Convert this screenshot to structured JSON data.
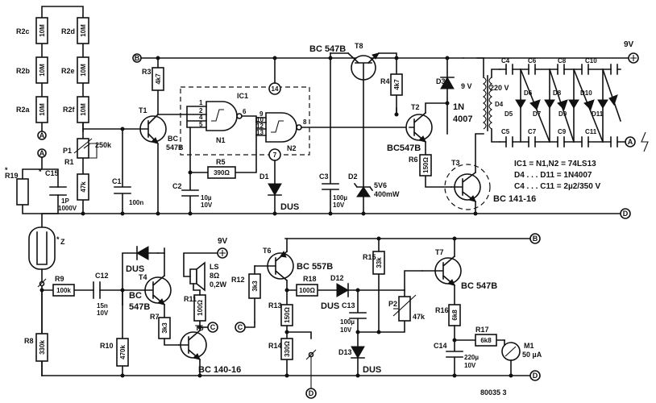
{
  "resistors": {
    "r2c": {
      "ref": "R2c",
      "value": "10M"
    },
    "r2b": {
      "ref": "R2b",
      "value": "10M"
    },
    "r2a": {
      "ref": "R2a",
      "value": "10M"
    },
    "r2d": {
      "ref": "R2d",
      "value": "10M"
    },
    "r2e": {
      "ref": "R2e",
      "value": "10M"
    },
    "r2f": {
      "ref": "R2f",
      "value": "10M"
    },
    "r3": {
      "ref": "R3",
      "value": "4k7"
    },
    "r1": {
      "ref": "R1",
      "value": "47k"
    },
    "r5": {
      "ref": "R5",
      "value": "390Ω"
    },
    "r4": {
      "ref": "R4",
      "value": "4k7"
    },
    "r6": {
      "ref": "R6",
      "value": "150Ω"
    },
    "r19": {
      "ref": "R19",
      "value": ""
    },
    "r9": {
      "ref": "R9",
      "value": "100k"
    },
    "r8": {
      "ref": "R8",
      "value": "330k"
    },
    "r10": {
      "ref": "R10",
      "value": "470k"
    },
    "r7": {
      "ref": "R7",
      "value": "3k3"
    },
    "r11": {
      "ref": "R11",
      "value": "100Ω"
    },
    "r12": {
      "ref": "R12",
      "value": "3k3"
    },
    "r13": {
      "ref": "R13",
      "value": "150Ω"
    },
    "r14": {
      "ref": "R14",
      "value": "330Ω"
    },
    "r18": {
      "ref": "R18",
      "value": "100Ω"
    },
    "r15": {
      "ref": "R15",
      "value": "33k"
    },
    "r16": {
      "ref": "R16",
      "value": "6k8"
    },
    "r17": {
      "ref": "R17",
      "value": "6k8"
    }
  },
  "pots": {
    "p1": {
      "ref": "P1",
      "value": "250k"
    },
    "p2": {
      "ref": "P2",
      "value": "47k"
    }
  },
  "capacitors": {
    "c1": {
      "ref": "C1",
      "value": "100n"
    },
    "c2": {
      "ref": "C2",
      "value1": "10µ",
      "value2": "10V"
    },
    "c3": {
      "ref": "C3",
      "value1": "100µ",
      "value2": "10V"
    },
    "c15": {
      "ref": "C15",
      "value1": "1P",
      "value2": "1000V"
    },
    "c12": {
      "ref": "C12",
      "value1": "15n",
      "value2": "10V"
    },
    "c13": {
      "ref": "C13",
      "value1": "100µ",
      "value2": "10V"
    },
    "c14": {
      "ref": "C14",
      "value1": "220µ",
      "value2": "10V"
    },
    "c4": "C4",
    "c5": "C5",
    "c6": "C6",
    "c7": "C7",
    "c8": "C8",
    "c9": "C9",
    "c10": "C10",
    "c11": "C11"
  },
  "transistors": {
    "t1": {
      "ref": "T1",
      "type1": "BC",
      "type2": "547B"
    },
    "t2": {
      "ref": "T2",
      "type": "BC547B"
    },
    "t3": {
      "ref": "T3",
      "type": "BC 141-16"
    },
    "t4": {
      "ref": "T4",
      "type1": "BC",
      "type2": "547B"
    },
    "t5": {
      "ref": "T5",
      "type": "BC 140-16"
    },
    "t6": {
      "ref": "T6",
      "type": "BC 557B"
    },
    "t7": {
      "ref": "T7",
      "type": "BC 547B"
    },
    "t8": {
      "ref": "T8",
      "type": "BC 547B"
    }
  },
  "diodes": {
    "d1": {
      "ref": "D1",
      "type": "DUS"
    },
    "d2": {
      "ref": "D2",
      "value1": "5V6",
      "value2": "400mW"
    },
    "d3": {
      "ref": "D3",
      "value1": "1N",
      "value2": "4007"
    },
    "d4": "D4",
    "d5": "D5",
    "d6": "D6",
    "d7": "D7",
    "d8": "D8",
    "d9": "D9",
    "d10": "D10",
    "d11": "D11",
    "d_t4": "DUS",
    "d12": {
      "ref": "D12",
      "type": "DUS"
    },
    "d13": {
      "ref": "D13",
      "type": "DUS"
    }
  },
  "ic": {
    "ref": "IC1",
    "n1": "N1",
    "n2": "N2",
    "pin14": "14",
    "pin7": "7",
    "pins": [
      "1",
      "2",
      "4",
      "5",
      "6",
      "9",
      "10",
      "12",
      "13",
      "8"
    ]
  },
  "transformer": {
    "primary": "9 V",
    "secondary": "220 V"
  },
  "speaker": {
    "ref": "LS",
    "v1": "8Ω",
    "v2": "0,2W"
  },
  "meter": {
    "ref": "M1",
    "value": "50 µA"
  },
  "tube": {
    "ref": "Z"
  },
  "rails": {
    "plus9v_top": "9V",
    "plus9v_bottom": "9V"
  },
  "nodes": {
    "a": "A",
    "b": "B",
    "c": "C",
    "d": "D"
  },
  "bom_notes": [
    "IC1 = N1,N2 = 74LS13",
    "D4 . . . D11 = 1N4007",
    "C4 . . . C11 = 2µ2/350 V"
  ],
  "figure_number": "80035 3"
}
